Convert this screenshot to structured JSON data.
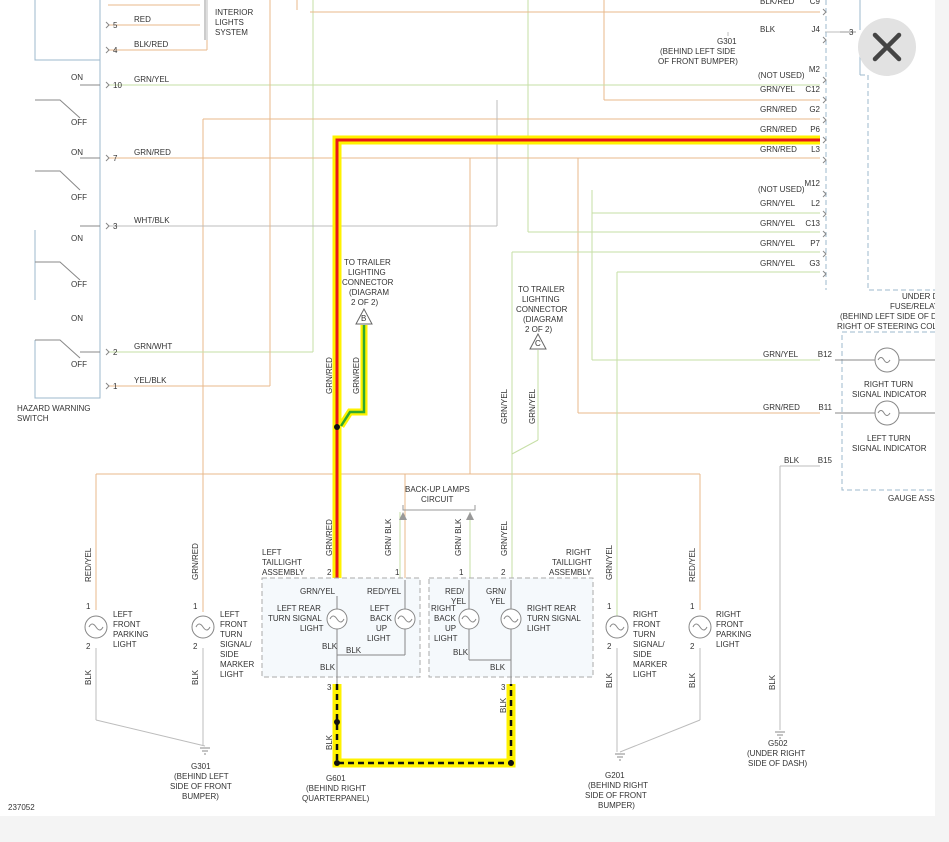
{
  "left_switch": {
    "title_lines": [
      "HAZARD WARNING",
      "SWITCH"
    ],
    "on": "ON",
    "off": "OFF",
    "pins": [
      {
        "pin": "5",
        "color": "RED"
      },
      {
        "pin": "4",
        "color": "BLK/RED"
      },
      {
        "pin": "10",
        "color": "GRN/YEL"
      },
      {
        "pin": "7",
        "color": "GRN/RED"
      },
      {
        "pin": "3",
        "color": "WHT/BLK"
      },
      {
        "pin": "2",
        "color": "GRN/WHT"
      },
      {
        "pin": "1",
        "color": "YEL/BLK"
      }
    ]
  },
  "interior_lights": [
    "INTERIOR",
    "LIGHTS",
    "SYSTEM"
  ],
  "right_box": {
    "rows": [
      {
        "color": "BLK/RED",
        "pin": "C9"
      },
      {
        "color": "BLK",
        "pin": "J4"
      },
      {
        "color": "(NOT USED)",
        "pin": "M2"
      },
      {
        "color": "GRN/YEL",
        "pin": "C12"
      },
      {
        "color": "GRN/RED",
        "pin": "G2"
      },
      {
        "color": "GRN/RED",
        "pin": "P6"
      },
      {
        "color": "GRN/RED",
        "pin": "L3"
      },
      {
        "color": "(NOT USED)",
        "pin": "M12"
      },
      {
        "color": "GRN/YEL",
        "pin": "L2"
      },
      {
        "color": "GRN/YEL",
        "pin": "C13"
      },
      {
        "color": "GRN/YEL",
        "pin": "P7"
      },
      {
        "color": "GRN/YEL",
        "pin": "G3"
      }
    ],
    "g301_top_lines": [
      "G301",
      "(BEHIND LEFT SIDE",
      "OF FRONT BUMPER)"
    ],
    "g301_top_pin": "3",
    "fuse_lines": [
      "UNDER D",
      "FUSE/RELAY",
      "(BEHIND LEFT SIDE OF D",
      "RIGHT OF STEERING COL"
    ]
  },
  "gauge": {
    "rows": [
      {
        "color": "GRN/YEL",
        "pin": "B12"
      },
      {
        "color": "GRN/RED",
        "pin": "B11"
      },
      {
        "color": "BLK",
        "pin": "B15"
      }
    ],
    "right_turn_lines": [
      "RIGHT TURN",
      "SIGNAL INDICATOR"
    ],
    "left_turn_lines": [
      "LEFT TURN",
      "SIGNAL INDICATOR"
    ],
    "assembly": "GAUGE ASSE"
  },
  "trailer_b": {
    "lines": [
      "TO TRAILER",
      "LIGHTING",
      "CONNECTOR",
      "(DIAGRAM",
      "2 OF 2)"
    ],
    "letter": "B"
  },
  "trailer_c": {
    "lines": [
      "TO TRAILER",
      "LIGHTING",
      "CONNECTOR",
      "(DIAGRAM",
      "2 OF 2)"
    ],
    "letter": "C"
  },
  "backup": {
    "lines": [
      "BACK-UP LAMPS",
      "CIRCUIT"
    ]
  },
  "wire_labels": {
    "grn_red": "GRN/RED",
    "grn_yel": "GRN/YEL",
    "grn_blk": "GRN/\nBLK",
    "red_yel": "RED/YEL",
    "blk": "BLK"
  },
  "left_taillight": {
    "title_lines": [
      "LEFT",
      "TAILLIGHT",
      "ASSEMBLY"
    ],
    "turn_lines": [
      "LEFT REAR",
      "TURN SIGNAL",
      "LIGHT"
    ],
    "backup_lines": [
      "LEFT",
      "BACK",
      "UP",
      "LIGHT"
    ],
    "grnyel": "GRN/YEL",
    "redyel": "RED/YEL",
    "blk": "BLK"
  },
  "right_taillight": {
    "title_lines": [
      "RIGHT",
      "TAILLIGHT",
      "ASSEMBLY"
    ],
    "turn_lines": [
      "RIGHT REAR",
      "TURN SIGNAL",
      "LIGHT"
    ],
    "backup_lines": [
      "RIGHT",
      "BACK",
      "UP",
      "LIGHT"
    ],
    "redyel": [
      "RED/",
      "YEL"
    ],
    "grnyel": [
      "GRN/",
      "YEL"
    ],
    "blk": "BLK"
  },
  "lights": {
    "left_parking": [
      "LEFT",
      "FRONT",
      "PARKING",
      "LIGHT"
    ],
    "left_turn": [
      "LEFT",
      "FRONT",
      "TURN",
      "SIGNAL/",
      "SIDE",
      "MARKER",
      "LIGHT"
    ],
    "right_turn": [
      "RIGHT",
      "FRONT",
      "TURN",
      "SIGNAL/",
      "SIDE",
      "MARKER",
      "LIGHT"
    ],
    "right_parking": [
      "RIGHT",
      "FRONT",
      "PARKING",
      "LIGHT"
    ]
  },
  "grounds": {
    "g301": [
      "G301",
      "(BEHIND LEFT",
      "SIDE OF FRONT",
      "BUMPER)"
    ],
    "g601": [
      "G601",
      "(BEHIND RIGHT",
      "QUARTERPANEL)"
    ],
    "g201": [
      "G201",
      "(BEHIND RIGHT",
      "SIDE OF FRONT",
      "BUMPER)"
    ],
    "g502": [
      "G502",
      "(UNDER RIGHT",
      "SIDE OF DASH)"
    ]
  },
  "pin_numbers": {
    "one": "1",
    "two": "2",
    "three": "3"
  },
  "figure_id": "237052",
  "close_icon": "close-icon",
  "colors": {
    "highlight_red": "#e8161a",
    "highlight_yellow": "#fff200",
    "highlight_green": "#2fa82f",
    "wire_orange": "#e9b98b",
    "wire_green": "#c6dfa6",
    "wire_gray": "#bcbcbc",
    "box_border": "#9db8cc"
  }
}
